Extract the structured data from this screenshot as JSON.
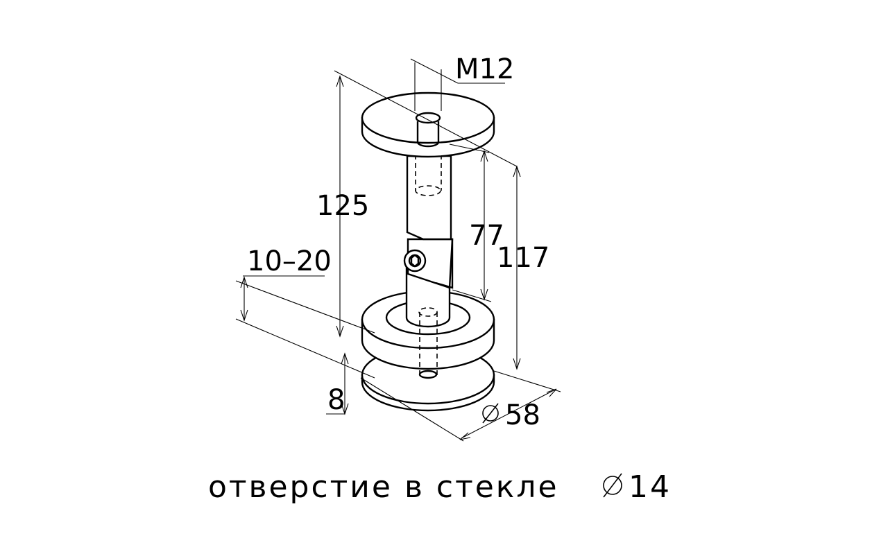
{
  "dimensions": {
    "thread": "M12",
    "height_total": "125",
    "height_to_top": "117",
    "height_adjust": "77",
    "glass_thickness": "10–20",
    "bottom_thickness": "8",
    "diameter": "58"
  },
  "caption": {
    "text": "отверстие в стекле",
    "hole_diameter": "14"
  },
  "symbols": {
    "diameter_symbol": "diameter-symbol-icon"
  }
}
